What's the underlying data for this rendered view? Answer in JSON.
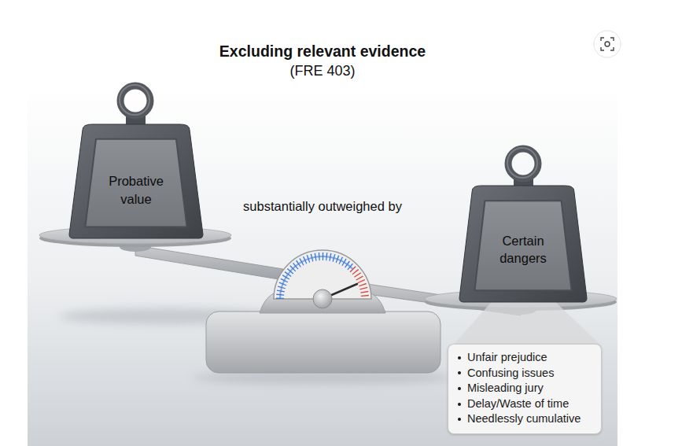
{
  "diagram": {
    "title": "Excluding relevant evidence",
    "nodes": [
      {
        "text": [
          "Probative value"
        ]
      },
      {
        "text": [
          "Certain dangers"
        ]
      },
      {
        "text": [
          "Unfair prejudice",
          "Confusing issues",
          "Misleading jury",
          "Delay/Waste of time",
          "Needlessly cumulative"
        ]
      }
    ],
    "labels": [
      "(FRE 403)",
      "substantially outweighed by"
    ]
  }
}
